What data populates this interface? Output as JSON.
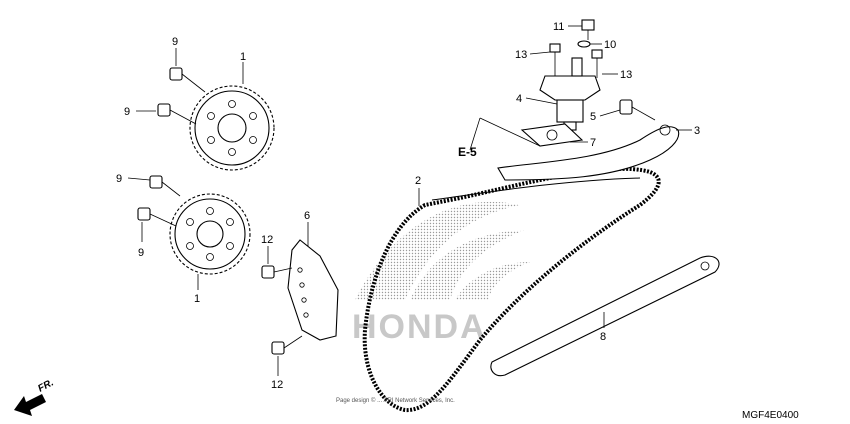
{
  "diagram": {
    "code": "MGF4E0400",
    "reference": "E-5",
    "direction_label": "FR.",
    "copyright": "Page design © ... ARI Network Services, Inc.",
    "watermark": "HONDA",
    "callouts": [
      {
        "id": "c9a",
        "label": "9"
      },
      {
        "id": "c1a",
        "label": "1"
      },
      {
        "id": "c9b",
        "label": "9"
      },
      {
        "id": "c9c",
        "label": "9"
      },
      {
        "id": "c9d",
        "label": "9"
      },
      {
        "id": "c1b",
        "label": "1"
      },
      {
        "id": "c6",
        "label": "6"
      },
      {
        "id": "c12a",
        "label": "12"
      },
      {
        "id": "c12b",
        "label": "12"
      },
      {
        "id": "c2",
        "label": "2"
      },
      {
        "id": "c11",
        "label": "11"
      },
      {
        "id": "c10",
        "label": "10"
      },
      {
        "id": "c13a",
        "label": "13"
      },
      {
        "id": "c13b",
        "label": "13"
      },
      {
        "id": "c4",
        "label": "4"
      },
      {
        "id": "c5",
        "label": "5"
      },
      {
        "id": "c3",
        "label": "3"
      },
      {
        "id": "c7",
        "label": "7"
      },
      {
        "id": "c8",
        "label": "8"
      }
    ]
  }
}
